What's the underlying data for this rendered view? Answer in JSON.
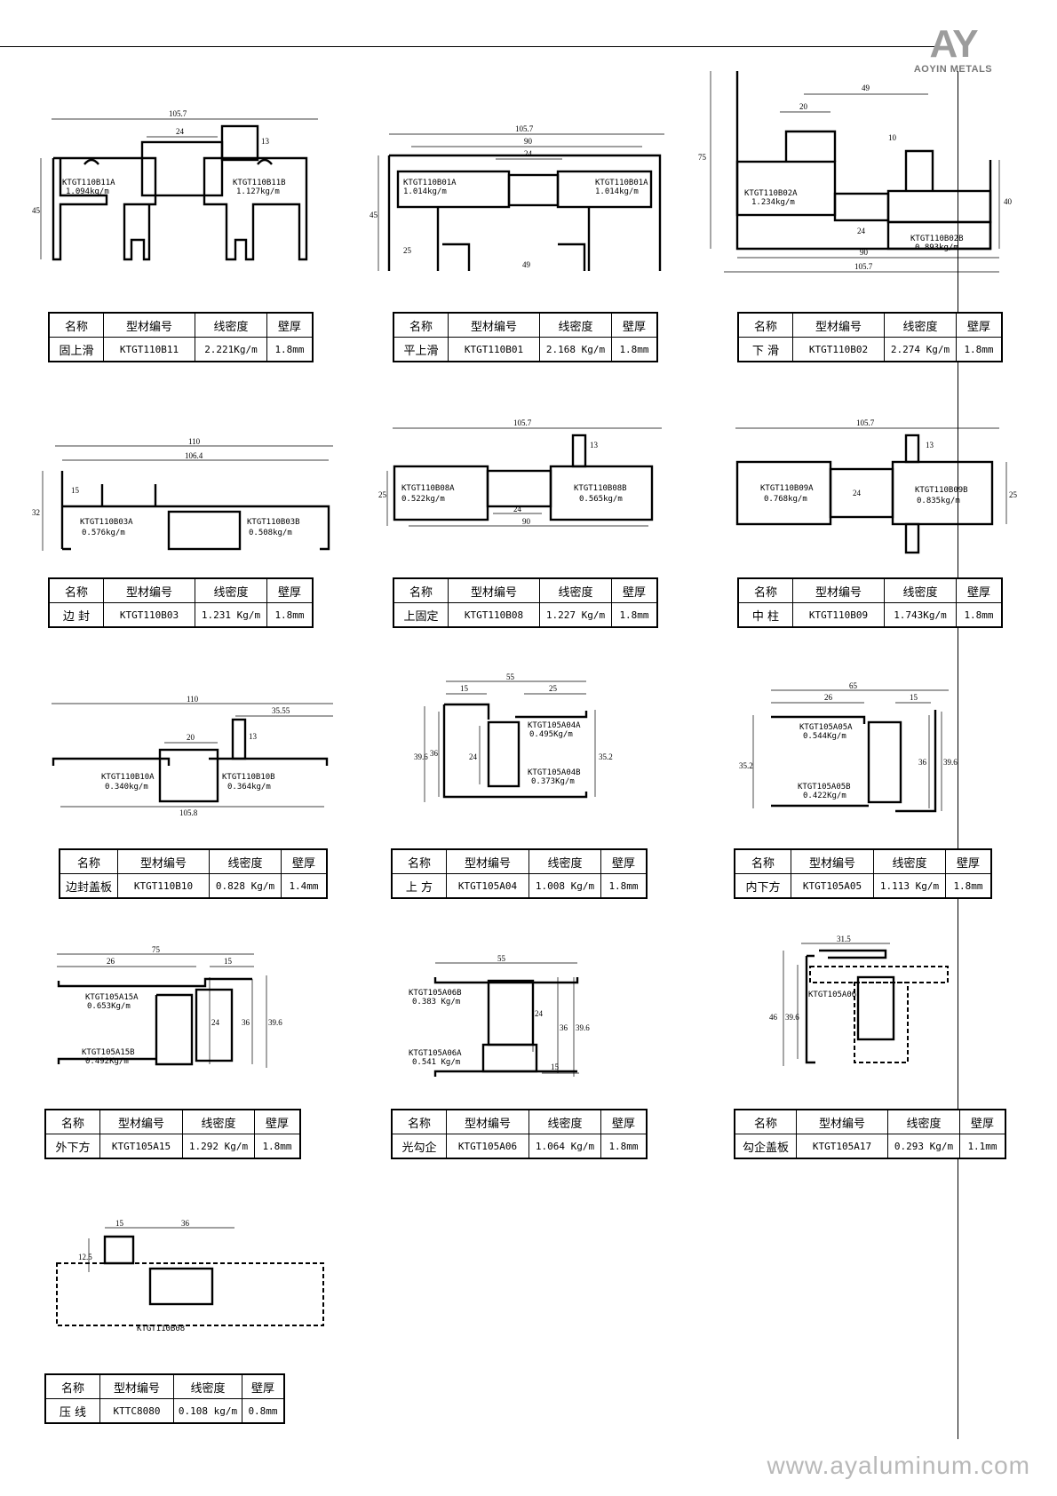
{
  "brand": {
    "mark": "AY",
    "name": "AOYIN METALS"
  },
  "footer_url": "www.ayaluminum.com",
  "headers": [
    "名称",
    "型材编号",
    "线密度",
    "壁厚"
  ],
  "profiles": [
    {
      "name": "固上滑",
      "code": "KTGT110B11",
      "density": "2.221Kg/m",
      "thickness": "1.8mm",
      "labels": [
        "KTGT110B11A",
        "1.094kg/m",
        "KTGT110B11B",
        "1.127kg/m"
      ],
      "dims": [
        "105.7",
        "24",
        "13",
        "45"
      ]
    },
    {
      "name": "平上滑",
      "code": "KTGT110B01",
      "density": "2.168 Kg/m",
      "thickness": "1.8mm",
      "labels": [
        "KTGT110B01A",
        "1.014kg/m",
        "KTGT110B01A",
        "1.014kg/m"
      ],
      "dims": [
        "105.7",
        "90",
        "24",
        "45",
        "25",
        "49"
      ]
    },
    {
      "name": "下 滑",
      "code": "KTGT110B02",
      "density": "2.274 Kg/m",
      "thickness": "1.8mm",
      "labels": [
        "KTGT110B02A",
        "1.234kg/m",
        "KTGT110B02B",
        "0.893kg/m"
      ],
      "dims": [
        "49",
        "20",
        "10",
        "75",
        "40",
        "24",
        "90",
        "105.7"
      ]
    },
    {
      "name": "边 封",
      "code": "KTGT110B03",
      "density": "1.231 Kg/m",
      "thickness": "1.8mm",
      "labels": [
        "KTGT110B03A",
        "0.576kg/m",
        "KTGT110B03B",
        "0.508kg/m"
      ],
      "dims": [
        "110",
        "106.4",
        "15",
        "32"
      ]
    },
    {
      "name": "上固定",
      "code": "KTGT110B08",
      "density": "1.227 Kg/m",
      "thickness": "1.8mm",
      "labels": [
        "KTGT110B08A",
        "0.522kg/m",
        "KTGT110B08B",
        "0.565kg/m"
      ],
      "dims": [
        "105.7",
        "13",
        "25",
        "24",
        "90"
      ]
    },
    {
      "name": "中 柱",
      "code": "KTGT110B09",
      "density": "1.743Kg/m",
      "thickness": "1.8mm",
      "labels": [
        "KTGT110B09A",
        "0.768kg/m",
        "KTGT110B09B",
        "0.835kg/m"
      ],
      "dims": [
        "105.7",
        "13",
        "24",
        "25"
      ]
    },
    {
      "name": "边封盖板",
      "code": "KTGT110B10",
      "density": "0.828 Kg/m",
      "thickness": "1.4mm",
      "labels": [
        "KTGT110B10A",
        "0.340kg/m",
        "KTGT110B10B",
        "0.364kg/m"
      ],
      "dims": [
        "110",
        "35.55",
        "20",
        "13",
        "105.8"
      ]
    },
    {
      "name": "上 方",
      "code": "KTGT105A04",
      "density": "1.008 Kg/m",
      "thickness": "1.8mm",
      "labels": [
        "KTGT105A04A",
        "0.495Kg/m",
        "KTGT105A04B",
        "0.373Kg/m"
      ],
      "dims": [
        "55",
        "15",
        "25",
        "39.6",
        "36",
        "24",
        "35.2"
      ]
    },
    {
      "name": "内下方",
      "code": "KTGT105A05",
      "density": "1.113 Kg/m",
      "thickness": "1.8mm",
      "labels": [
        "KTGT105A05A",
        "0.544Kg/m",
        "KTGT105A05B",
        "0.422Kg/m"
      ],
      "dims": [
        "65",
        "26",
        "15",
        "35.2",
        "36",
        "39.6"
      ]
    },
    {
      "name": "外下方",
      "code": "KTGT105A15",
      "density": "1.292 Kg/m",
      "thickness": "1.8mm",
      "labels": [
        "KTGT105A15A",
        "0.653Kg/m",
        "KTGT105A15B",
        "0.492Kg/m"
      ],
      "dims": [
        "75",
        "26",
        "15",
        "24",
        "36",
        "39.6"
      ]
    },
    {
      "name": "光勾企",
      "code": "KTGT105A06",
      "density": "1.064 Kg/m",
      "thickness": "1.8mm",
      "labels": [
        "KTGT105A06B",
        "0.383 Kg/m",
        "KTGT105A06A",
        "0.541 Kg/m"
      ],
      "dims": [
        "55",
        "24",
        "36",
        "39.6",
        "15"
      ]
    },
    {
      "name": "勾企盖板",
      "code": "KTGT105A17",
      "density": "0.293 Kg/m",
      "thickness": "1.1mm",
      "labels": [
        "KTGT105A06"
      ],
      "dims": [
        "31.5",
        "46",
        "39.6"
      ]
    },
    {
      "name": "压 线",
      "code": "KTTC8080",
      "density": "0.108 kg/m",
      "thickness": "0.8mm",
      "labels": [
        "KTGT110B08"
      ],
      "dims": [
        "15",
        "36",
        "12.5"
      ]
    }
  ]
}
